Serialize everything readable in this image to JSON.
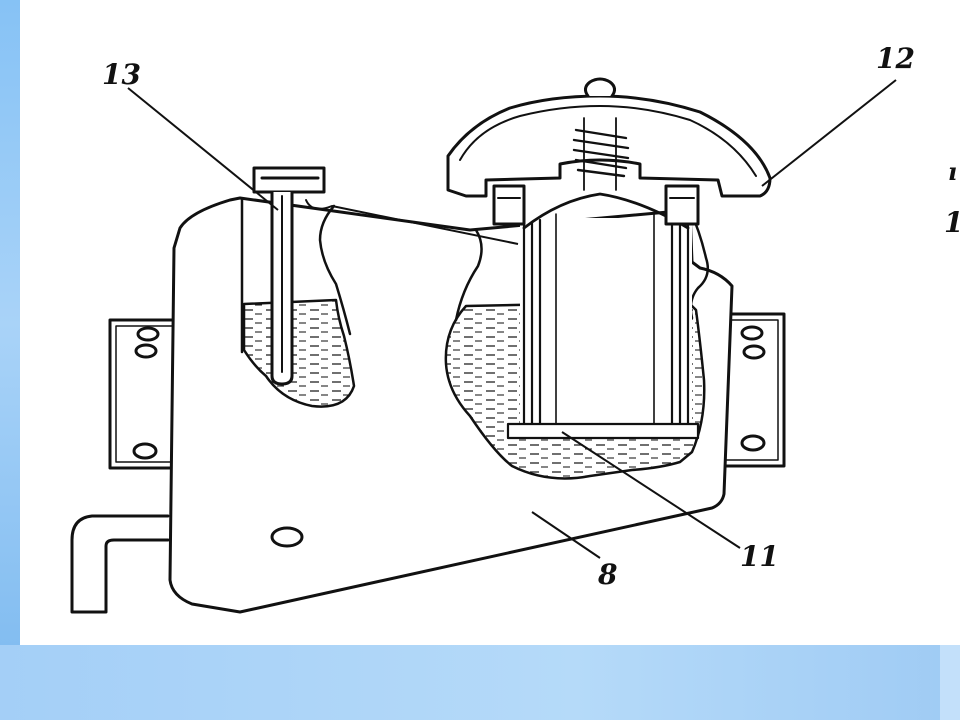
{
  "labels": {
    "part_13": "13",
    "part_12": "12",
    "part_11": "11",
    "part_8": "8"
  },
  "cut_off_marks": {
    "mark_a": "ı",
    "mark_b": "1"
  },
  "colors": {
    "panel": "#ffffff",
    "band": "#a9d3f8",
    "ink": "#111111"
  }
}
